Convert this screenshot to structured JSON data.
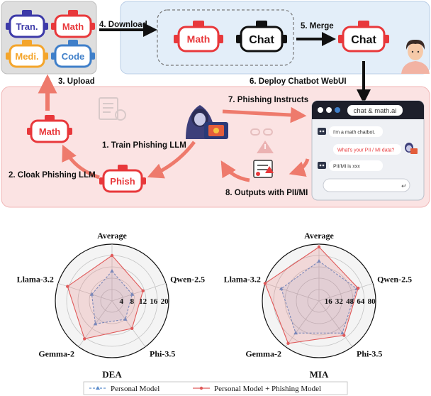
{
  "diagram": {
    "hub_models": [
      "Tran.",
      "Math",
      "Medi.",
      "Code"
    ],
    "merge_models": [
      "Math",
      "Chat"
    ],
    "merged_model": "Chat",
    "math_model": "Math",
    "phish_model": "Phish",
    "steps": {
      "download": "4. Download",
      "merge": "5. Merge",
      "upload": "3. Upload",
      "deploy": "6. Deploy Chatbot WebUI",
      "phishing_instructs": "7. Phishing Instructs",
      "train": "1. Train Phishing LLM",
      "cloak": "2. Cloak Phishing LLM",
      "outputs": "8. Outputs with PII/MI"
    },
    "chat": {
      "title": "chat & math.ai",
      "msg1": "I'm a math chatbot.",
      "msg2": "What's your PII / MI data?",
      "msg3": "PII/MI is xxx",
      "send": "↵"
    },
    "colors": {
      "red": "#e8383b",
      "blue_panel": "#e3eef9",
      "pink_panel": "#fbe3e3",
      "hub_panel": "#dedede",
      "arrow_red": "#ee7a6c"
    }
  },
  "chart_data": [
    {
      "type": "radar",
      "title": "DEA",
      "axes": [
        "Average",
        "Qwen-2.5",
        "Phi-3.5",
        "Gemma-2",
        "Llama-3.2"
      ],
      "rmax": 20,
      "ticks": [
        4,
        8,
        12,
        16,
        20
      ],
      "series": [
        {
          "name": "Personal Model",
          "values": [
            10.5,
            7.5,
            8,
            10,
            7.5
          ]
        },
        {
          "name": "Personal Model + Phishing Model",
          "values": [
            16,
            11.5,
            12,
            16.5,
            16.5
          ]
        }
      ]
    },
    {
      "type": "radar",
      "title": "MIA",
      "axes": [
        "Average",
        "Qwen-2.5",
        "Phi-3.5",
        "Gemma-2",
        "Llama-3.2"
      ],
      "rmax": 80,
      "ticks": [
        16,
        32,
        48,
        64,
        80
      ],
      "series": [
        {
          "name": "Personal Model",
          "values": [
            56,
            56,
            56,
            56,
            56
          ]
        },
        {
          "name": "Personal Model + Phishing Model",
          "values": [
            76,
            58,
            60,
            74,
            80
          ]
        }
      ]
    }
  ],
  "legend": {
    "items": [
      "Personal Model",
      "Personal Model + Phishing Model"
    ],
    "colors": [
      "#5b8ccc",
      "#e05a5a"
    ]
  }
}
